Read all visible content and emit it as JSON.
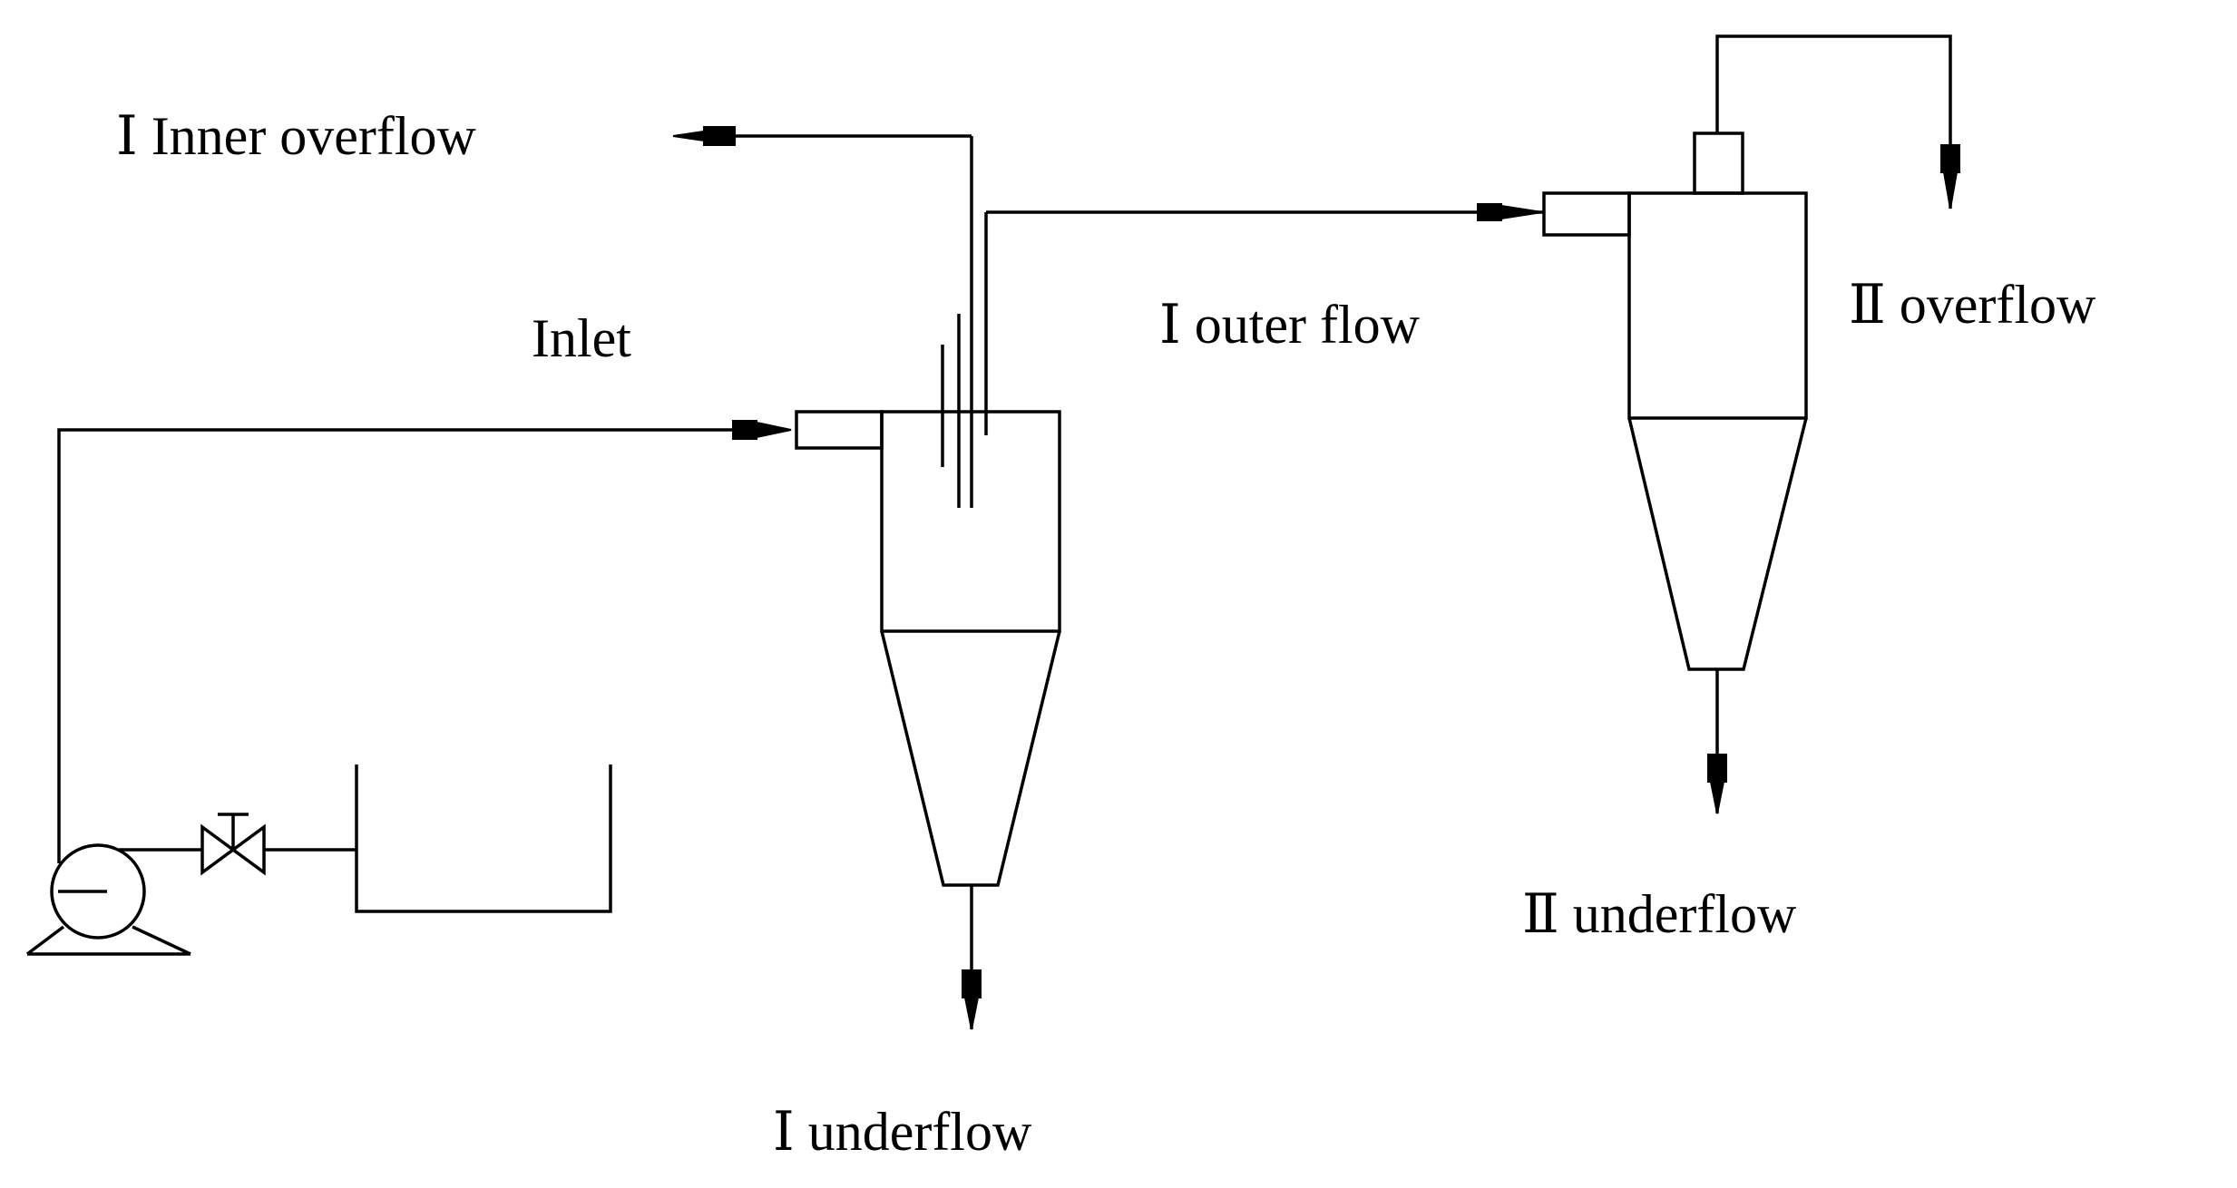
{
  "labels": {
    "inner_overflow": "Ⅰ Inner overflow",
    "inlet": "Inlet",
    "outer_flow": "Ⅰ outer flow",
    "overflow_2": "Ⅱ overflow",
    "underflow_2": "Ⅱ underflow",
    "underflow_1": "Ⅰ underflow"
  },
  "colors": {
    "line": "#000000",
    "background": "#ffffff"
  }
}
